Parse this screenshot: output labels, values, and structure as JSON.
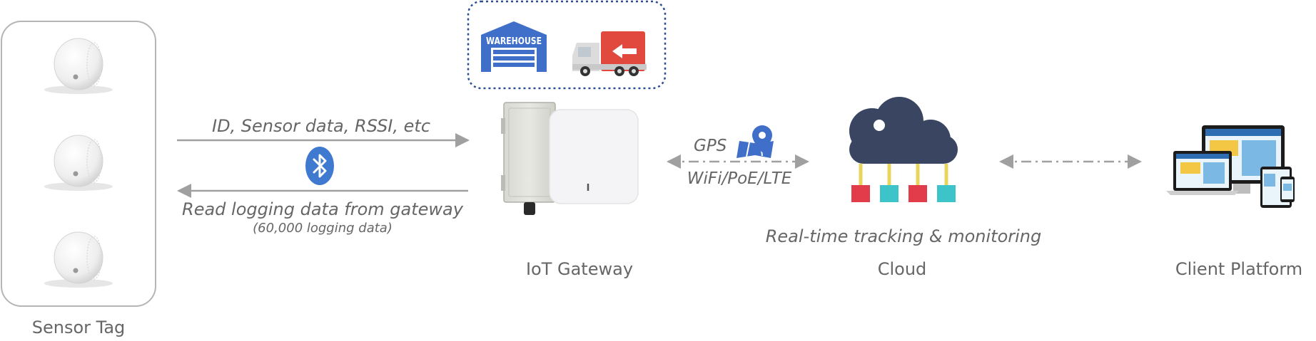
{
  "sensor": {
    "label": "Sensor Tag",
    "tag_count": 3
  },
  "links": {
    "uplink_label": "ID, Sensor data, RSSI, etc",
    "downlink_label": "Read logging data from gateway",
    "downlink_note": "(60,000 logging data)",
    "gps_label": "GPS",
    "network_label": "WiFi/PoE/LTE",
    "cloud_caption": "Real-time tracking & monitoring"
  },
  "warehouse": {
    "sign_text": "WAREHOUSE"
  },
  "gateway": {
    "label": "IoT Gateway"
  },
  "cloud": {
    "label": "Cloud"
  },
  "client": {
    "label": "Client Platform"
  },
  "icons": {
    "bluetooth": "bluetooth-icon",
    "map_pin": "map-pin-icon",
    "warehouse": "warehouse-icon",
    "truck": "truck-icon",
    "cloud": "cloud-icon",
    "devices": "devices-icon"
  },
  "colors": {
    "text": "#666666",
    "arrow": "#a0a0a0",
    "bluetooth": "#3f7ad0",
    "warehouse_blue": "#3f6fc9",
    "truck_red": "#e2493e",
    "cloud_dark": "#3a4661",
    "node_red": "#e23b4a",
    "node_teal": "#3cc4c8",
    "connector_yellow": "#e8d65c",
    "dotted_border": "#2d4f8f"
  }
}
